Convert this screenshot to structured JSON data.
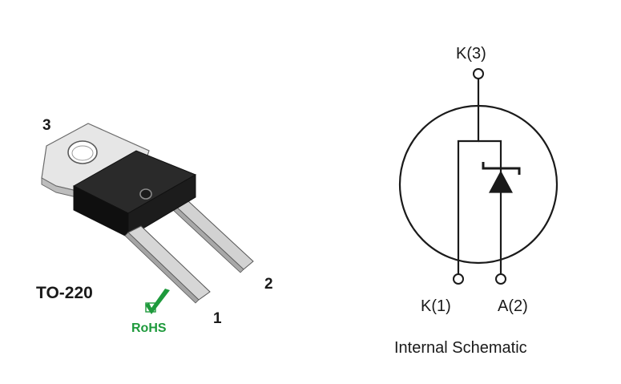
{
  "package": {
    "name": "TO-220",
    "pin_labels": [
      "3",
      "2",
      "1"
    ]
  },
  "rohs": {
    "text": "RoHS",
    "color": "#1e9a3c"
  },
  "schematic": {
    "pins": {
      "top": "K(3)",
      "bottom_left": "K(1)",
      "bottom_right": "A(2)"
    },
    "caption": "Internal Schematic"
  }
}
